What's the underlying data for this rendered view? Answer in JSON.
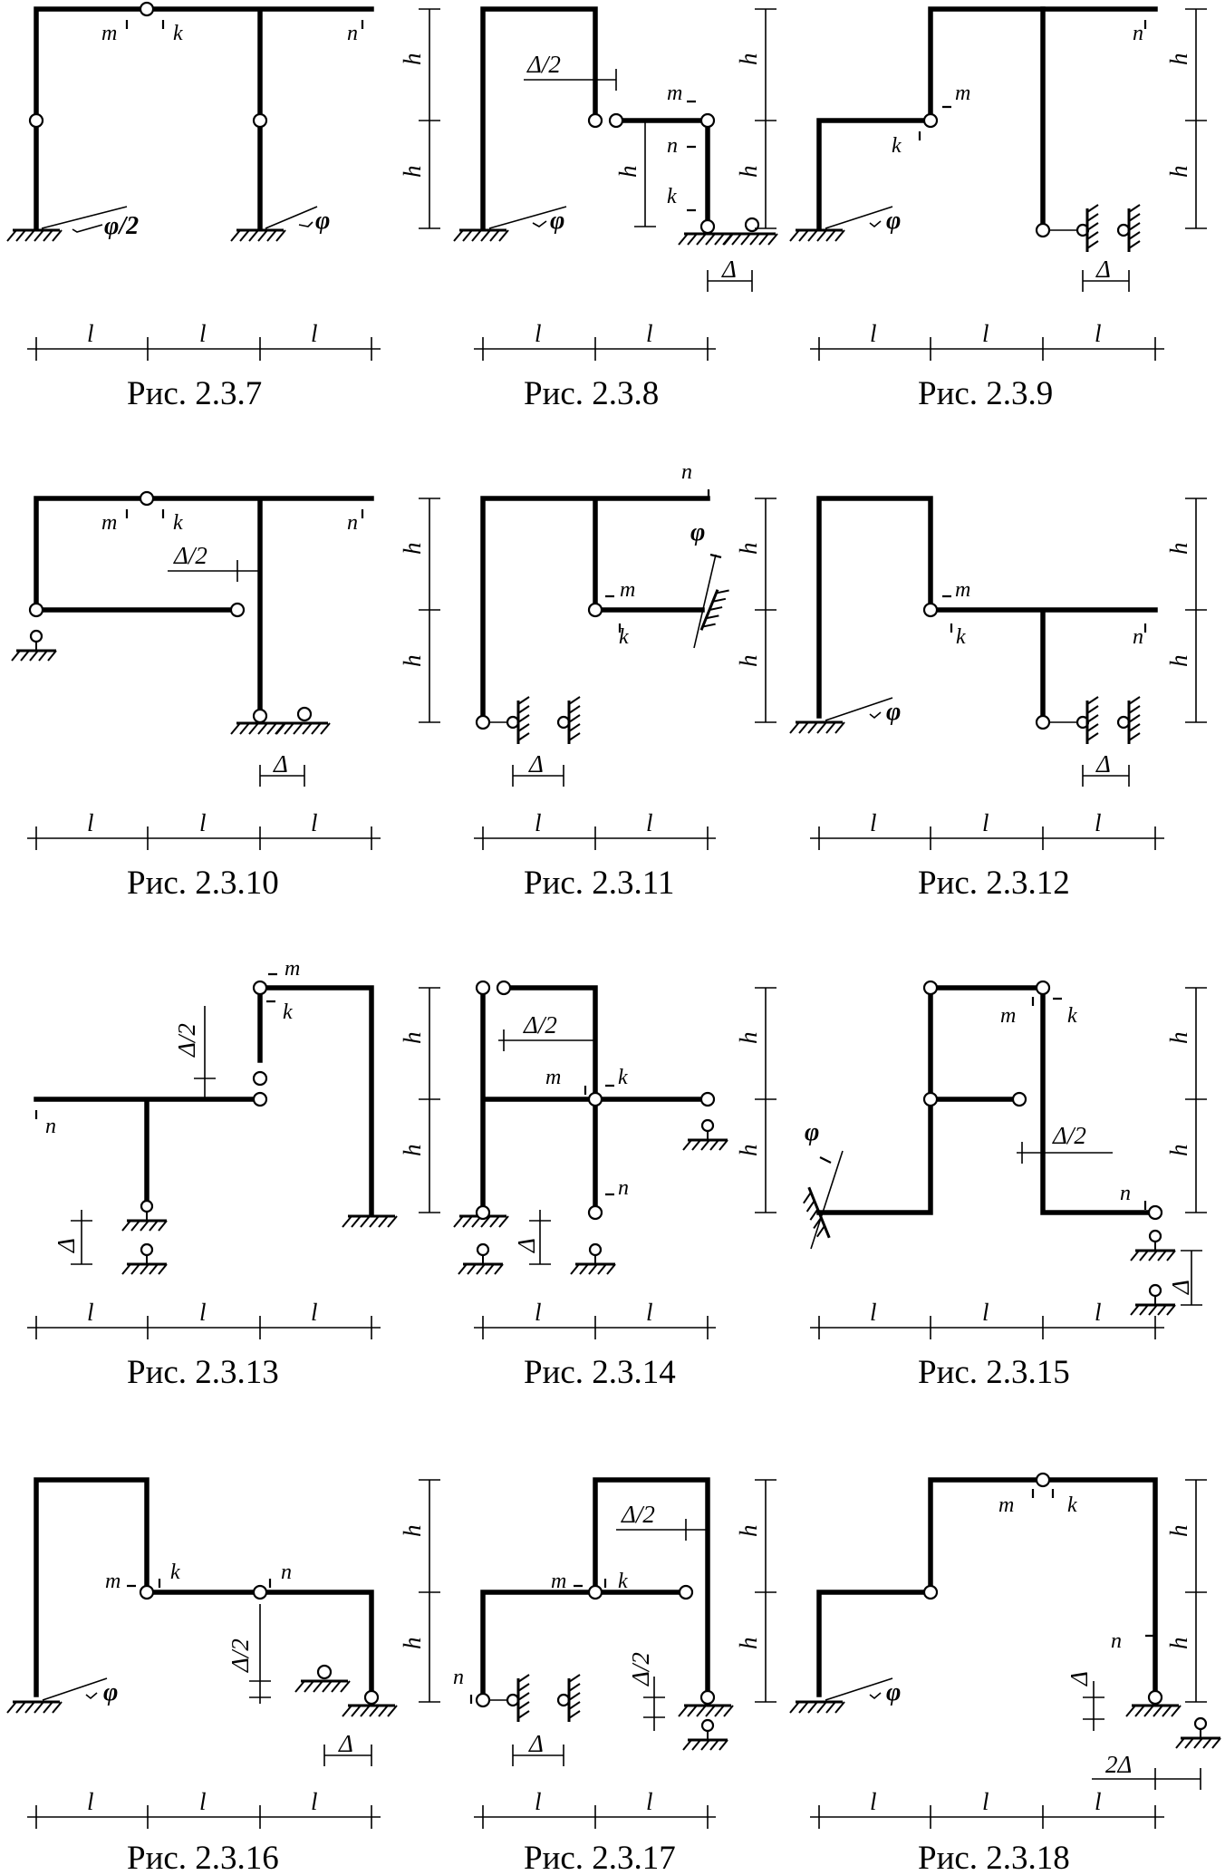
{
  "figures": [
    {
      "caption": "Рис. 2.3.7",
      "labels": {
        "m": "m",
        "k": "k",
        "n": "n",
        "phi_left": "φ/2",
        "phi_right": "φ"
      }
    },
    {
      "caption": "Рис. 2.3.8",
      "labels": {
        "m": "m",
        "n": "n",
        "k": "k",
        "delta_half": "Δ/2",
        "delta": "Δ",
        "phi": "φ"
      }
    },
    {
      "caption": "Рис. 2.3.9",
      "labels": {
        "m": "m",
        "k": "k",
        "n": "n",
        "delta": "Δ",
        "phi": "φ"
      }
    },
    {
      "caption": "Рис. 2.3.10",
      "labels": {
        "m": "m",
        "k": "k",
        "n": "n",
        "delta_half": "Δ/2",
        "delta": "Δ"
      }
    },
    {
      "caption": "Рис. 2.3.11",
      "labels": {
        "n": "n",
        "m": "m",
        "k": "k",
        "delta": "Δ",
        "phi": "φ"
      }
    },
    {
      "caption": "Рис. 2.3.12",
      "labels": {
        "m": "m",
        "k": "k",
        "n": "n",
        "delta": "Δ",
        "phi": "φ"
      }
    },
    {
      "caption": "Рис. 2.3.13",
      "labels": {
        "m": "m",
        "k": "k",
        "n": "n",
        "delta_half": "Δ/2",
        "delta": "Δ"
      }
    },
    {
      "caption": "Рис. 2.3.14",
      "labels": {
        "m": "m",
        "k": "k",
        "n": "n",
        "delta_half": "Δ/2",
        "delta": "Δ"
      }
    },
    {
      "caption": "Рис. 2.3.15",
      "labels": {
        "m": "m",
        "k": "k",
        "n": "n",
        "delta_half": "Δ/2",
        "delta": "Δ",
        "phi": "φ"
      }
    },
    {
      "caption": "Рис. 2.3.16",
      "labels": {
        "m": "m",
        "k": "k",
        "n": "n",
        "delta_half": "Δ/2",
        "delta": "Δ",
        "phi": "φ"
      }
    },
    {
      "caption": "Рис. 2.3.17",
      "labels": {
        "m": "m",
        "k": "k",
        "n": "n",
        "delta_half": "Δ/2",
        "delta": "Δ"
      }
    },
    {
      "caption": "Рис. 2.3.18",
      "labels": {
        "m": "m",
        "k": "k",
        "n": "n",
        "delta": "Δ",
        "delta_two": "2Δ",
        "phi": "φ"
      }
    }
  ],
  "dimensions": {
    "span": "l",
    "height": "h"
  }
}
